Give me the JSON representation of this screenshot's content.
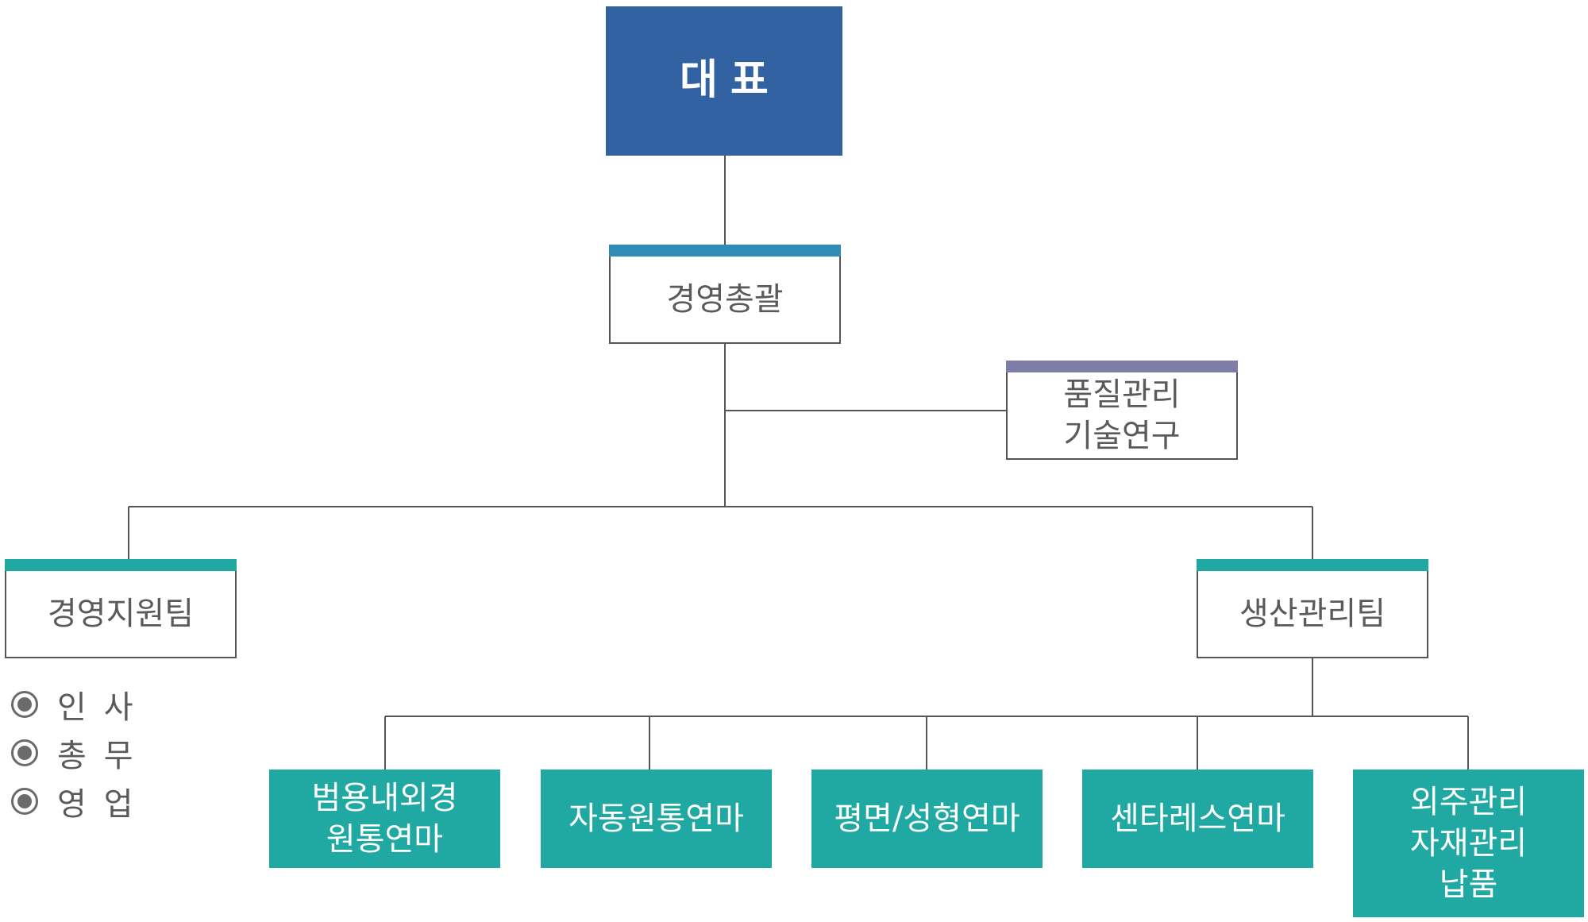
{
  "colors": {
    "ceo_fill": "#3262a2",
    "teal_fill": "#20a8a2",
    "blue_bar": "#2f8db5",
    "purple_bar": "#7d7da8",
    "teal_bar": "#20a8a2",
    "line": "#555555"
  },
  "ceo": {
    "label": "대표"
  },
  "general_management": {
    "label": "경영총괄"
  },
  "quality": {
    "lines": [
      "품질관리",
      "기술연구"
    ]
  },
  "management_support_team": {
    "label": "경영지원팀",
    "duties": [
      {
        "icon": "radio-bullet-icon",
        "label": "인사"
      },
      {
        "icon": "radio-bullet-icon",
        "label": "총무"
      },
      {
        "icon": "radio-bullet-icon",
        "label": "영업"
      }
    ]
  },
  "production_team": {
    "label": "생산관리팀",
    "units": [
      {
        "lines": [
          "범용내외경",
          "원통연마"
        ]
      },
      {
        "lines": [
          "자동원통연마"
        ]
      },
      {
        "lines": [
          "평면/성형연마"
        ]
      },
      {
        "lines": [
          "센타레스연마"
        ]
      },
      {
        "lines": [
          "외주관리",
          "자재관리",
          "납품"
        ]
      }
    ]
  }
}
